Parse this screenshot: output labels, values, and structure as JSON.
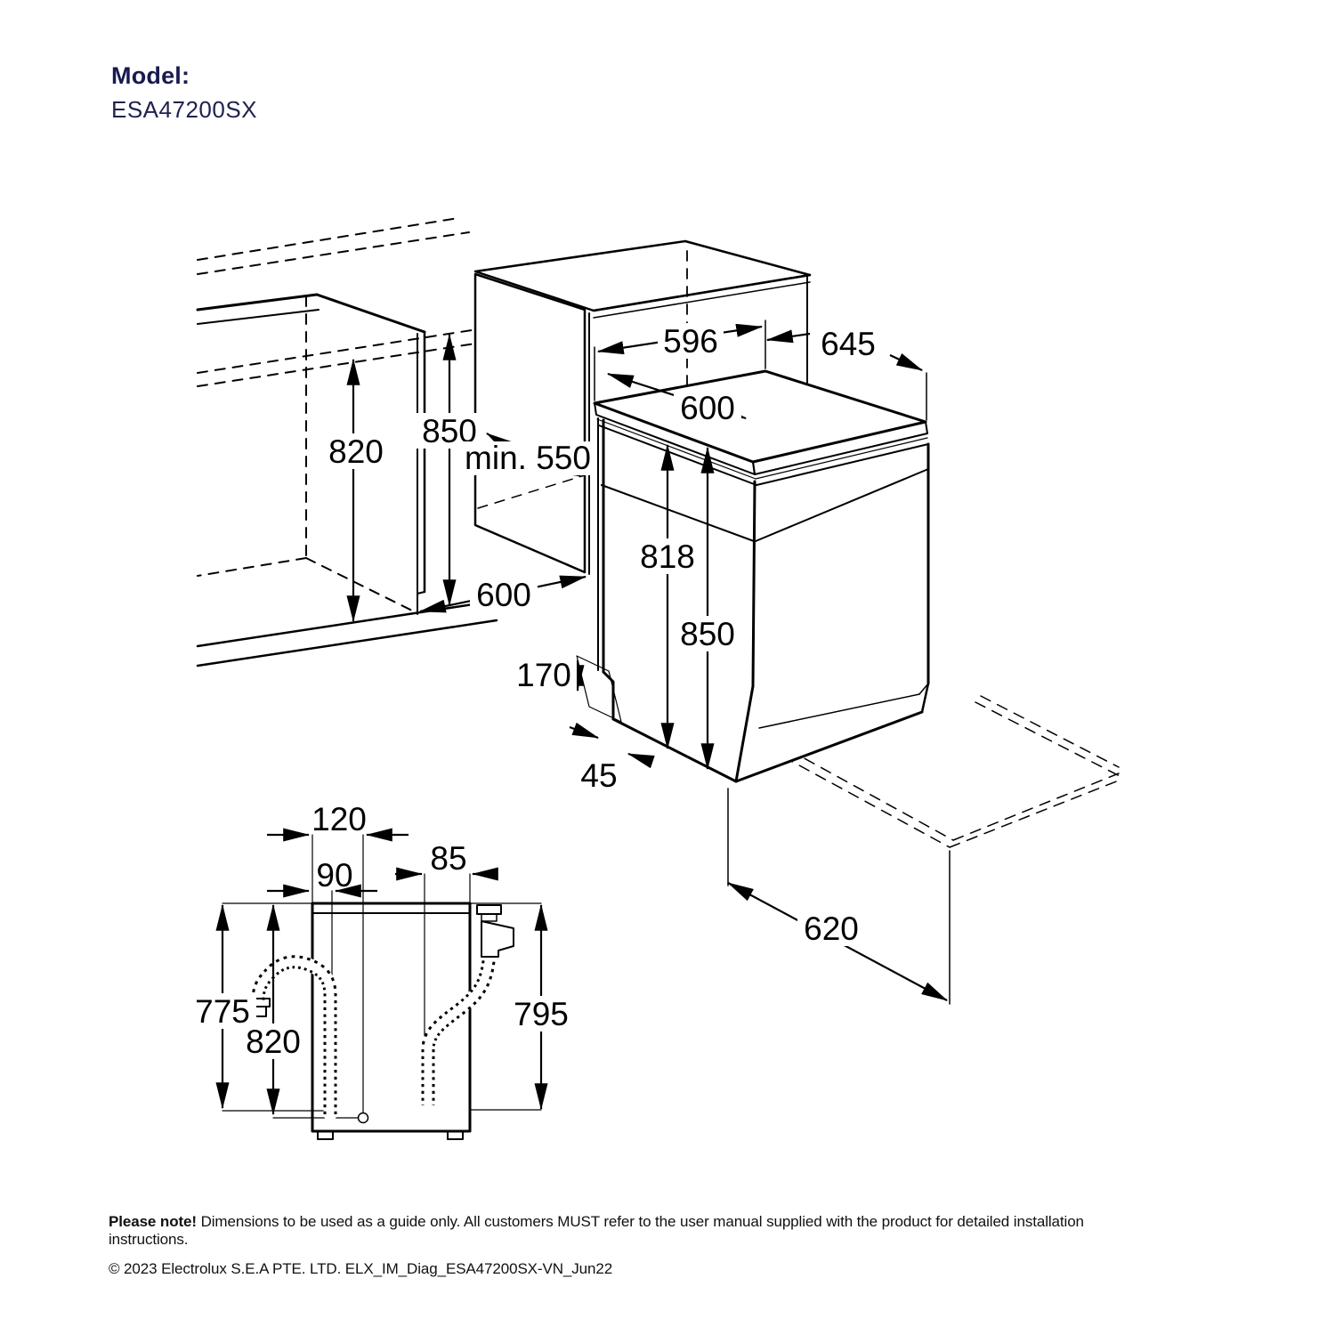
{
  "header": {
    "model_label": "Model:",
    "model_number": "ESA47200SX"
  },
  "diagram": {
    "colors": {
      "line": "#000000",
      "worktop_fill": "#d6d6d6",
      "brand_navy": "#191a4e"
    },
    "dims_main": {
      "top_width": "596",
      "total_depth": "645",
      "worktop_depth": "600",
      "counter_height": "850",
      "niche_min_depth": "min. 550",
      "cabinet_inner_height": "820",
      "floor_depth": "600",
      "height_under_worktop": "818",
      "overall_height": "850",
      "plinth_height": "170",
      "plinth_recess": "45",
      "door_open_clearance": "620"
    },
    "dims_rear": {
      "drain_outlet_offset": "120",
      "hose_offset": "90",
      "inlet_offset": "85",
      "drain_hose_drop": "775",
      "drain_outlet_drop": "820",
      "inlet_hose_drop": "795"
    }
  },
  "footer": {
    "note_bold": "Please note!",
    "note_text": " Dimensions to be used as a guide only. All customers MUST refer to the user manual supplied with the product for detailed installation instructions.",
    "copyright": "© 2023 Electrolux S.E.A PTE. LTD. ELX_IM_Diag_ESA47200SX-VN_Jun22"
  }
}
